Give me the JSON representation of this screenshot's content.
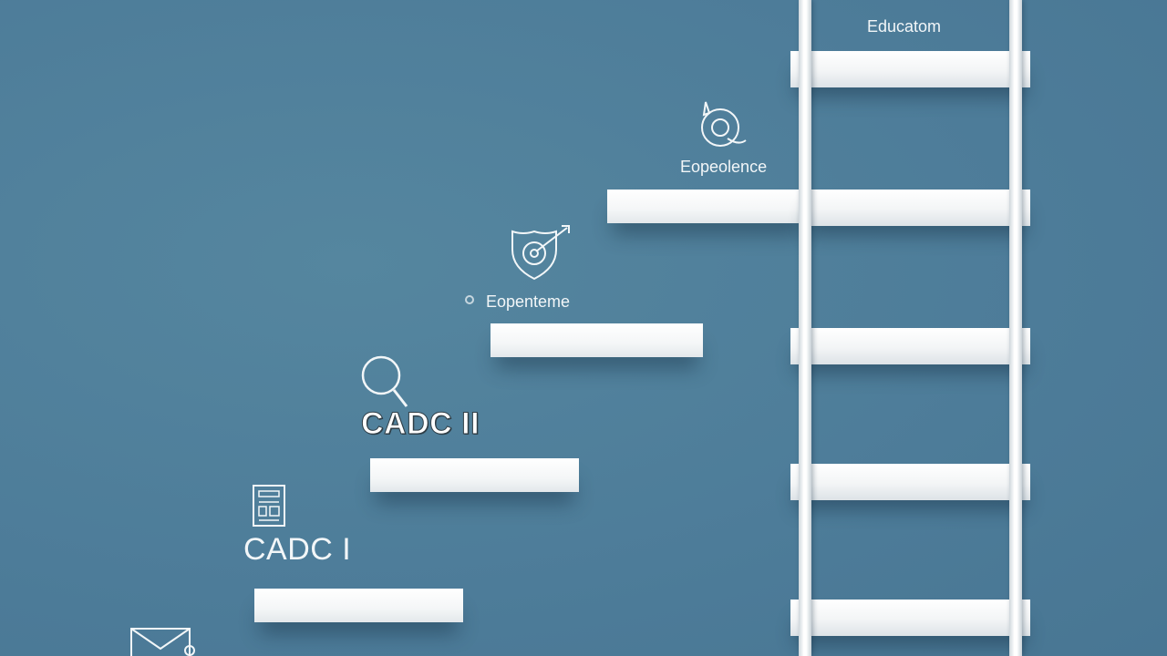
{
  "steps": [
    {
      "label": "CADC I",
      "icon": "document-icon"
    },
    {
      "label": "CADC II",
      "icon": "magnifier-icon"
    },
    {
      "label": "Eopenteme",
      "icon": "target-shield-icon"
    },
    {
      "label": "Eopeolence",
      "icon": "rocket-target-icon"
    }
  ],
  "ladder": {
    "label": "Educatom"
  },
  "colors": {
    "background": "#4f7f9d",
    "step": "#ffffff",
    "text": "#f2f6f8"
  }
}
